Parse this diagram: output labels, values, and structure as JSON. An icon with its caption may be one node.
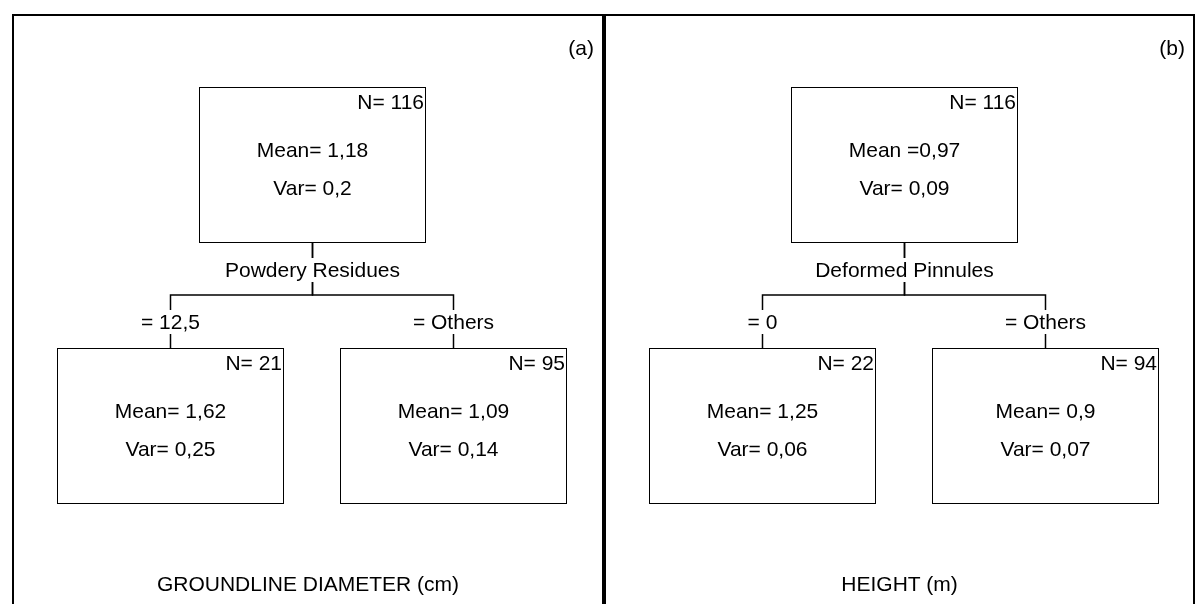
{
  "diagram": {
    "nodes": [
      {
        "text": [
          "(a)",
          "GROUNDLINE DIAMETER (cm)"
        ]
      },
      {
        "text": [
          "N= 116",
          "Mean= 1,18",
          "Var= 0,2"
        ],
        "in": 0,
        "beside": [
          "Powdery Residues"
        ]
      },
      {
        "text": [
          "N= 21",
          "Mean= 1,62",
          "Var= 0,25"
        ],
        "in": 0
      },
      {
        "text": [
          "N= 95",
          "Mean= 1,09",
          "Var= 0,14"
        ],
        "in": 0
      },
      {
        "text": [
          "(b)",
          "HEIGHT (m)"
        ]
      },
      {
        "text": [
          "N= 116",
          "Mean =0,97",
          "Var= 0,09"
        ],
        "in": 4,
        "beside": [
          "Deformed Pinnules"
        ]
      },
      {
        "text": [
          "N= 22",
          "Mean= 1,25",
          "Var= 0,06"
        ],
        "in": 4
      },
      {
        "text": [
          "N= 94",
          "Mean= 0,9",
          "Var= 0,07"
        ],
        "in": 4
      }
    ],
    "edges": [
      {
        "from": 1,
        "to": 2,
        "arrow": "none",
        "label": "= 12,5"
      },
      {
        "from": 1,
        "to": 3,
        "arrow": "none",
        "label": "= Others"
      },
      {
        "from": 5,
        "to": 6,
        "arrow": "none",
        "label": "= 0"
      },
      {
        "from": 5,
        "to": 7,
        "arrow": "none",
        "label": "= Others"
      }
    ]
  }
}
